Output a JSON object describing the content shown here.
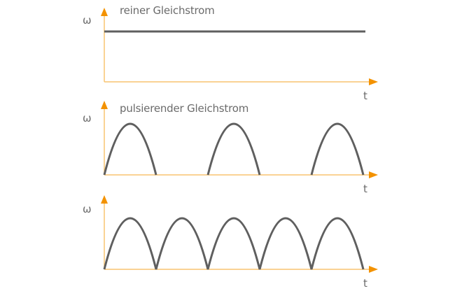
{
  "colors": {
    "axis": "#f5b041",
    "arrow": "#f39200",
    "curve": "#5f5f5f",
    "text": "#6b6b6b"
  },
  "panels": [
    {
      "title": "reiner Gleichstrom",
      "y_label": "ω",
      "x_label": "t",
      "type": "constant"
    },
    {
      "title": "pulsierender Gleichstrom",
      "y_label": "ω",
      "x_label": "t",
      "type": "half-wave"
    },
    {
      "title": "",
      "y_label": "ω",
      "x_label": "t",
      "type": "full-wave"
    }
  ],
  "chart_data": [
    {
      "type": "line",
      "title": "reiner Gleichstrom",
      "xlabel": "t",
      "ylabel": "ω",
      "description": "constant DC level",
      "x": [
        0,
        1
      ],
      "y": [
        1,
        1
      ]
    },
    {
      "type": "line",
      "title": "pulsierender Gleichstrom",
      "xlabel": "t",
      "ylabel": "ω",
      "description": "half-wave pulses: 3 arcs separated by gaps of equal width",
      "arcs": [
        [
          0,
          1
        ],
        [
          2,
          3
        ],
        [
          4,
          5
        ]
      ]
    },
    {
      "type": "line",
      "title": "",
      "xlabel": "t",
      "ylabel": "ω",
      "description": "full-wave pulses: 5 consecutive arcs",
      "arcs": [
        [
          0,
          1
        ],
        [
          1,
          2
        ],
        [
          2,
          3
        ],
        [
          3,
          4
        ],
        [
          4,
          5
        ]
      ]
    }
  ]
}
